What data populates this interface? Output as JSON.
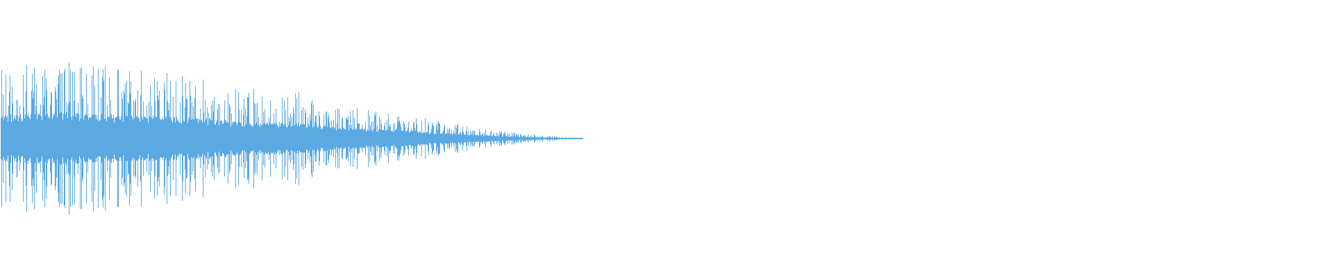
{
  "waveform": {
    "color": "#5aa9e3",
    "background": "#ffffff",
    "audio_extent_fraction": 0.4375,
    "peak_fraction": 0.51,
    "envelope": [
      [
        0.0,
        0.44
      ],
      [
        0.05,
        0.46
      ],
      [
        0.1,
        0.48
      ],
      [
        0.15,
        0.47
      ],
      [
        0.2,
        0.43
      ],
      [
        0.25,
        0.42
      ],
      [
        0.3,
        0.41
      ],
      [
        0.35,
        0.38
      ],
      [
        0.4,
        0.32
      ],
      [
        0.45,
        0.3
      ],
      [
        0.5,
        0.3
      ],
      [
        0.55,
        0.24
      ],
      [
        0.6,
        0.2
      ],
      [
        0.65,
        0.17
      ],
      [
        0.7,
        0.15
      ],
      [
        0.75,
        0.11
      ],
      [
        0.8,
        0.08
      ],
      [
        0.85,
        0.05
      ],
      [
        0.9,
        0.03
      ],
      [
        0.95,
        0.015
      ],
      [
        1.0,
        0.0
      ]
    ]
  }
}
